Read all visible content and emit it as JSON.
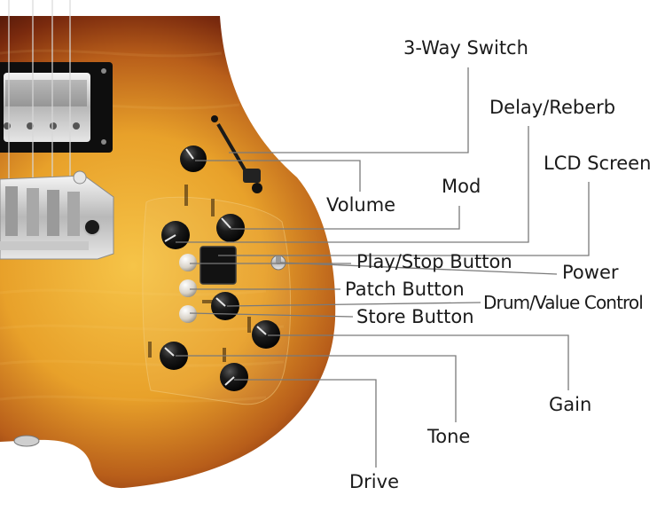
{
  "diagram": {
    "labels": {
      "three_way_switch": "3-Way Switch",
      "delay_reverb": "Delay/Reberb",
      "lcd_screen": "LCD Screen",
      "mod": "Mod",
      "volume": "Volume",
      "play_stop_button": "Play/Stop Button",
      "power": "Power",
      "patch_button": "Patch Button",
      "drum_value_control": "Drum/Value Control",
      "store_button": "Store Button",
      "gain": "Gain",
      "tone": "Tone",
      "drive": "Drive"
    },
    "colors": {
      "body_center": "#f2b636",
      "body_edge": "#4a1408",
      "knob": "#111111",
      "leader_line": "#7a7a7a",
      "chrome": "#d4d4d4"
    }
  }
}
